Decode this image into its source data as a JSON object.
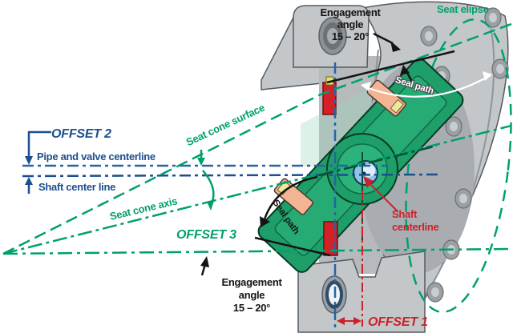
{
  "labels": {
    "engagement_top": {
      "l1": "Engagement",
      "l2": "angle",
      "l3": "15 – 20°"
    },
    "engagement_bottom": {
      "l1": "Engagement",
      "l2": "angle",
      "l3": "15 – 20°"
    },
    "seat_elipse": "Seat elipse",
    "offset2": "OFFSET 2",
    "pipe_valve_centerline": "Pipe and valve centerline",
    "shaft_center_line": "Shaft center line",
    "seat_cone_surface": "Seat cone surface",
    "seat_cone_axis": "Seat cone axis",
    "offset3": "OFFSET 3",
    "seal_path_top": "Seal path",
    "seal_path_bottom": "Seal path",
    "shaft_centerline": {
      "l1": "Shaft",
      "l2": "centerline"
    },
    "offset1": "OFFSET 1"
  },
  "colors": {
    "label_blue": "#1c4f8f",
    "line_blue": "#2563a8",
    "label_green": "#00a06e",
    "label_red": "#cc2128",
    "label_black": "#141414",
    "body_gray": "#c3c7ca",
    "disc_green": "#1e9e69",
    "seat_red": "#d42027",
    "seal_peach": "#f2b493",
    "shaft_blue": "#8cc4ec"
  }
}
